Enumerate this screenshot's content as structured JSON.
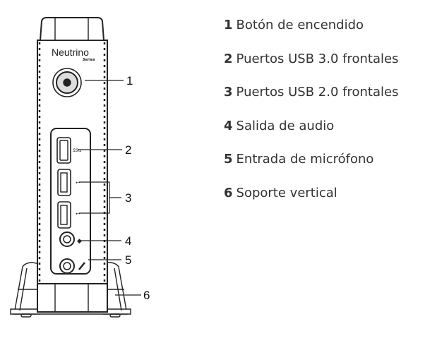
{
  "device": {
    "brand": "Neutrino",
    "brand_sub": "Series",
    "callouts": [
      "1",
      "2",
      "3",
      "4",
      "5",
      "6"
    ]
  },
  "legend": [
    {
      "num": "1",
      "label": "Botón de encendido"
    },
    {
      "num": "2",
      "label": "Puertos USB 3.0 frontales"
    },
    {
      "num": "3",
      "label": "Puertos USB 2.0 frontales"
    },
    {
      "num": "4",
      "label": "Salida de audio"
    },
    {
      "num": "5",
      "label": "Entrada de micrófono"
    },
    {
      "num": "6",
      "label": "Soporte vertical"
    }
  ]
}
